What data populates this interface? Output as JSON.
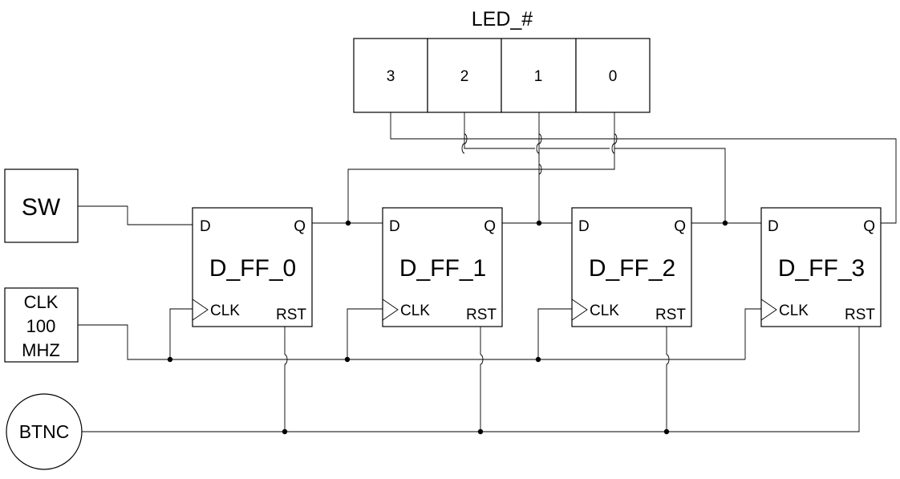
{
  "led": {
    "title": "LED_#",
    "cells": [
      "3",
      "2",
      "1",
      "0"
    ]
  },
  "inputs": {
    "sw": "SW",
    "clk_line1": "CLK",
    "clk_line2": "100",
    "clk_line3": "MHZ",
    "btnc": "BTNC"
  },
  "flip_flops": [
    {
      "name": "D_FF_0",
      "d": "D",
      "q": "Q",
      "clk": "CLK",
      "rst": "RST"
    },
    {
      "name": "D_FF_1",
      "d": "D",
      "q": "Q",
      "clk": "CLK",
      "rst": "RST"
    },
    {
      "name": "D_FF_2",
      "d": "D",
      "q": "Q",
      "clk": "CLK",
      "rst": "RST"
    },
    {
      "name": "D_FF_3",
      "d": "D",
      "q": "Q",
      "clk": "CLK",
      "rst": "RST"
    }
  ]
}
